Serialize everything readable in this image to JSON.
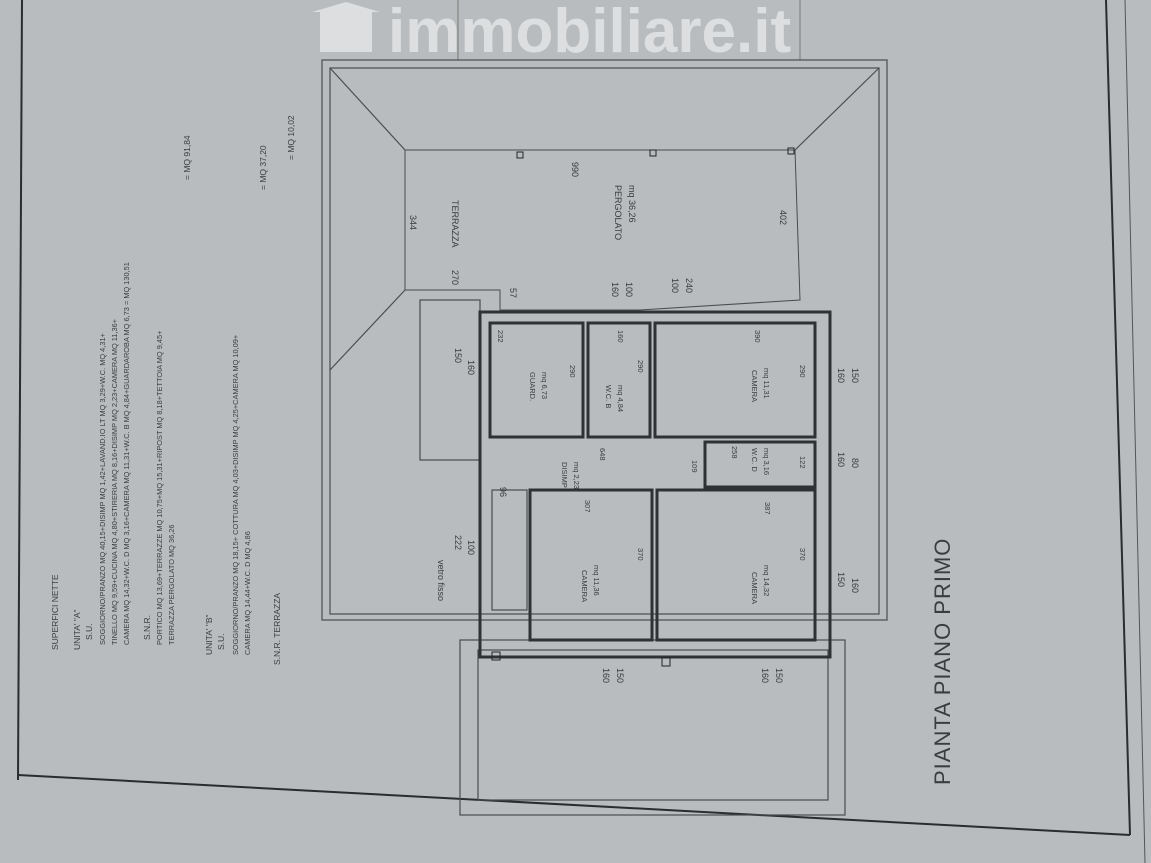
{
  "title": "PIANTA PIANO PRIMO",
  "watermark": "immobiliare.it",
  "colors": {
    "paper": "#b8bcbe",
    "ink": "#2f3235",
    "watermark": "#e8eaeb"
  },
  "legend": {
    "heading": "SUPERFICI NETTE",
    "unit_a": {
      "label": "UNITA' \"A\"",
      "su": "S.U.",
      "su_lines": [
        "SOGGIORNO/PRANZO MQ 40,15+DISIMP MQ 1,42+LAVAND.IO LT MQ 3,29+W.C. MQ 4,31+",
        "TINELLO MQ 9,59+CUCINA MQ 4,80+STIRERIA MQ 8,16+DISIMP MQ 2,23+CAMERA MQ 11,36+",
        "CAMERA MQ 14,32+W.C. D MQ 3,16+CAMERA MQ 11,31+W.C. B MQ 4,84+GUARDAROBA MQ 6,73 = MQ 130,51"
      ],
      "snr": "S.N.R.",
      "snr_lines": [
        "PORTICO MQ 13,69+TERRAZZE MQ 10,75+MQ 15,31+RIPOST MQ 8,18+TETTOIA MQ 9,45+",
        "TERRAZZA PERGOLATO MQ 36,26"
      ],
      "snr_total": "= MQ 91,84"
    },
    "unit_b": {
      "label": "UNITA' \"B\"",
      "su": "S.U.",
      "su_lines": [
        "SOGGIORNO/PRANZO MQ 18,15+ COTTURA MQ 4,03+DISIMP MQ 4,25+CAMERA MQ 10,09+",
        "CAMERA MQ 14,44+W.C. D MQ 4,86"
      ],
      "su_total": "= MQ 37,20",
      "snr": "S.N.R.   TERRAZZA",
      "snr_total": "= MQ 10,02"
    }
  },
  "plan": {
    "terrazza": {
      "name": "TERRAZZA",
      "dim_a": "344",
      "dim_b": "270"
    },
    "pergolato": {
      "name": "PERGOLATO",
      "area": "mq 36,26",
      "dim_a": "990",
      "dim_b": "402"
    },
    "dims": [
      "57",
      "160",
      "100",
      "100",
      "240",
      "150",
      "160",
      "160",
      "150",
      "160",
      "80",
      "96",
      "222",
      "100",
      "160",
      "150",
      "160",
      "150",
      "150",
      "160"
    ],
    "rooms": [
      {
        "name": "GUARD.",
        "area": "mq 6,73",
        "dim_w": "232",
        "dim_h": "290"
      },
      {
        "name": "W.C. B",
        "area": "mq 4,84",
        "dim_w": "160",
        "dim_h": "290"
      },
      {
        "name": "CAMERA",
        "area": "mq 11,31",
        "dim_w": "390",
        "dim_h": "290"
      },
      {
        "name": "DISIMP",
        "area": "mq 2,23",
        "dim_w": "648",
        "dim_h": "109"
      },
      {
        "name": "W.C. D",
        "area": "mq 3,16",
        "dim_w": "258",
        "dim_h": "122"
      },
      {
        "name": "CAMERA",
        "area": "mq 11,36",
        "dim_w": "307",
        "dim_h": "370"
      },
      {
        "name": "CAMERA",
        "area": "mq 14,32",
        "dim_w": "387",
        "dim_h": "370"
      }
    ],
    "vetro": "vetro fisso"
  }
}
